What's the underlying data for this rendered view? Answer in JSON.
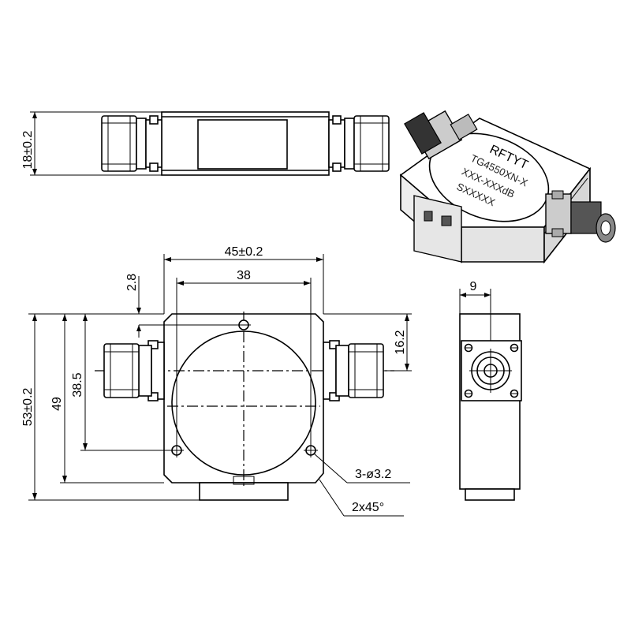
{
  "dimensions": {
    "side_height": "18±0.2",
    "width_total": "45±0.2",
    "width_holes": "38",
    "offset_small": "2.8",
    "port_offset": "16.2",
    "height_total": "53±0.2",
    "height_inner": "49",
    "hole_spacing_v": "38.5",
    "connector_width": "9",
    "holes_callout": "3-ø3.2",
    "chamfer_callout": "2x45°"
  },
  "label_plate": {
    "brand": "RFTYT",
    "model": "TG4550XN-X",
    "line2": "XXX-XXXdB",
    "line3": "SXXXXX"
  }
}
